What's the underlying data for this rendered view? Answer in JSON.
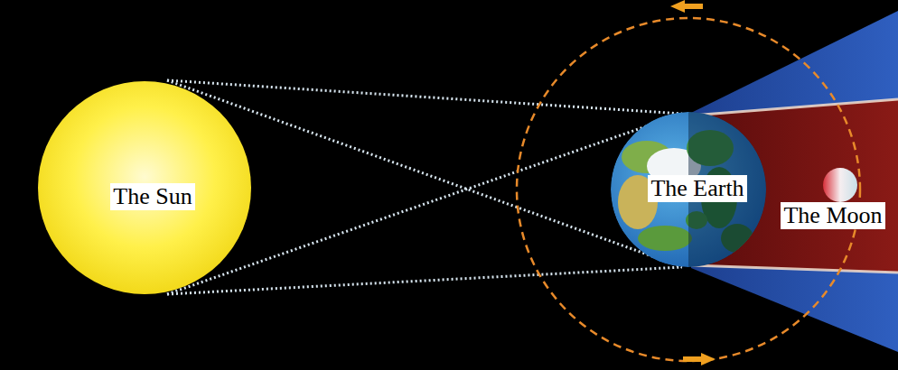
{
  "diagram": {
    "nodes": [
      {
        "text": [
          "The Sun"
        ]
      },
      {
        "text": [
          "The Earth"
        ]
      },
      {
        "text": [
          "The Moon"
        ]
      }
    ]
  }
}
